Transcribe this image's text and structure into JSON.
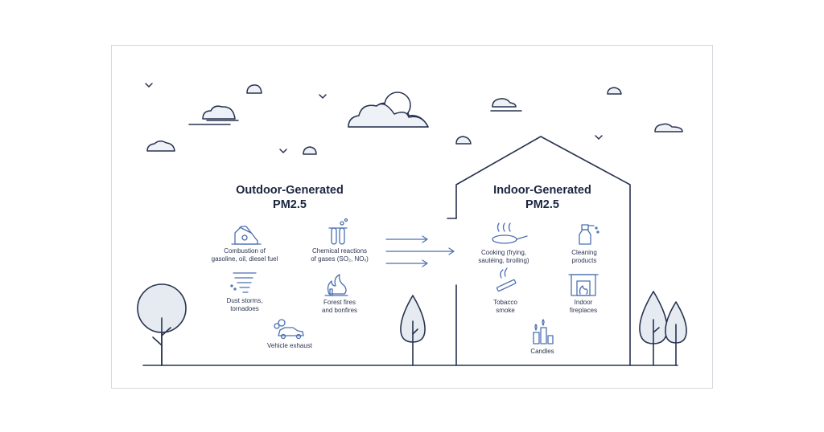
{
  "colors": {
    "line": "#27324f",
    "icon": "#4a6fb0",
    "tree_fill": "#e6ebf2",
    "cloud_fill": "#eef1f6",
    "frame": "#d6d9de"
  },
  "outdoor": {
    "title_line1": "Outdoor-Generated",
    "title_line2": "PM2.5",
    "sources": [
      {
        "icon": "oil-pump-icon",
        "line1": "Combustion of",
        "line2": "gasoline, oil, diesel fuel"
      },
      {
        "icon": "chemical-flask-icon",
        "line1": "Chemical reactions",
        "line2": "of gases (SO₂, NOₓ)"
      },
      {
        "icon": "tornado-icon",
        "line1": "Dust storms,",
        "line2": "tornadoes"
      },
      {
        "icon": "fire-icon",
        "line1": "Forest fires",
        "line2": "and bonfires"
      },
      {
        "icon": "car-exhaust-icon",
        "line1": "Vehicle exhaust",
        "line2": ""
      }
    ]
  },
  "indoor": {
    "title_line1": "Indoor-Generated",
    "title_line2": "PM2.5",
    "sources": [
      {
        "icon": "frying-pan-icon",
        "line1": "Cooking (frying,",
        "line2": "sautéing, broiling)"
      },
      {
        "icon": "spray-bottle-icon",
        "line1": "Cleaning",
        "line2": "products"
      },
      {
        "icon": "cigarette-icon",
        "line1": "Tobacco",
        "line2": "smoke"
      },
      {
        "icon": "fireplace-icon",
        "line1": "Indoor",
        "line2": "fireplaces"
      },
      {
        "icon": "candles-icon",
        "line1": "Candles",
        "line2": ""
      }
    ]
  }
}
